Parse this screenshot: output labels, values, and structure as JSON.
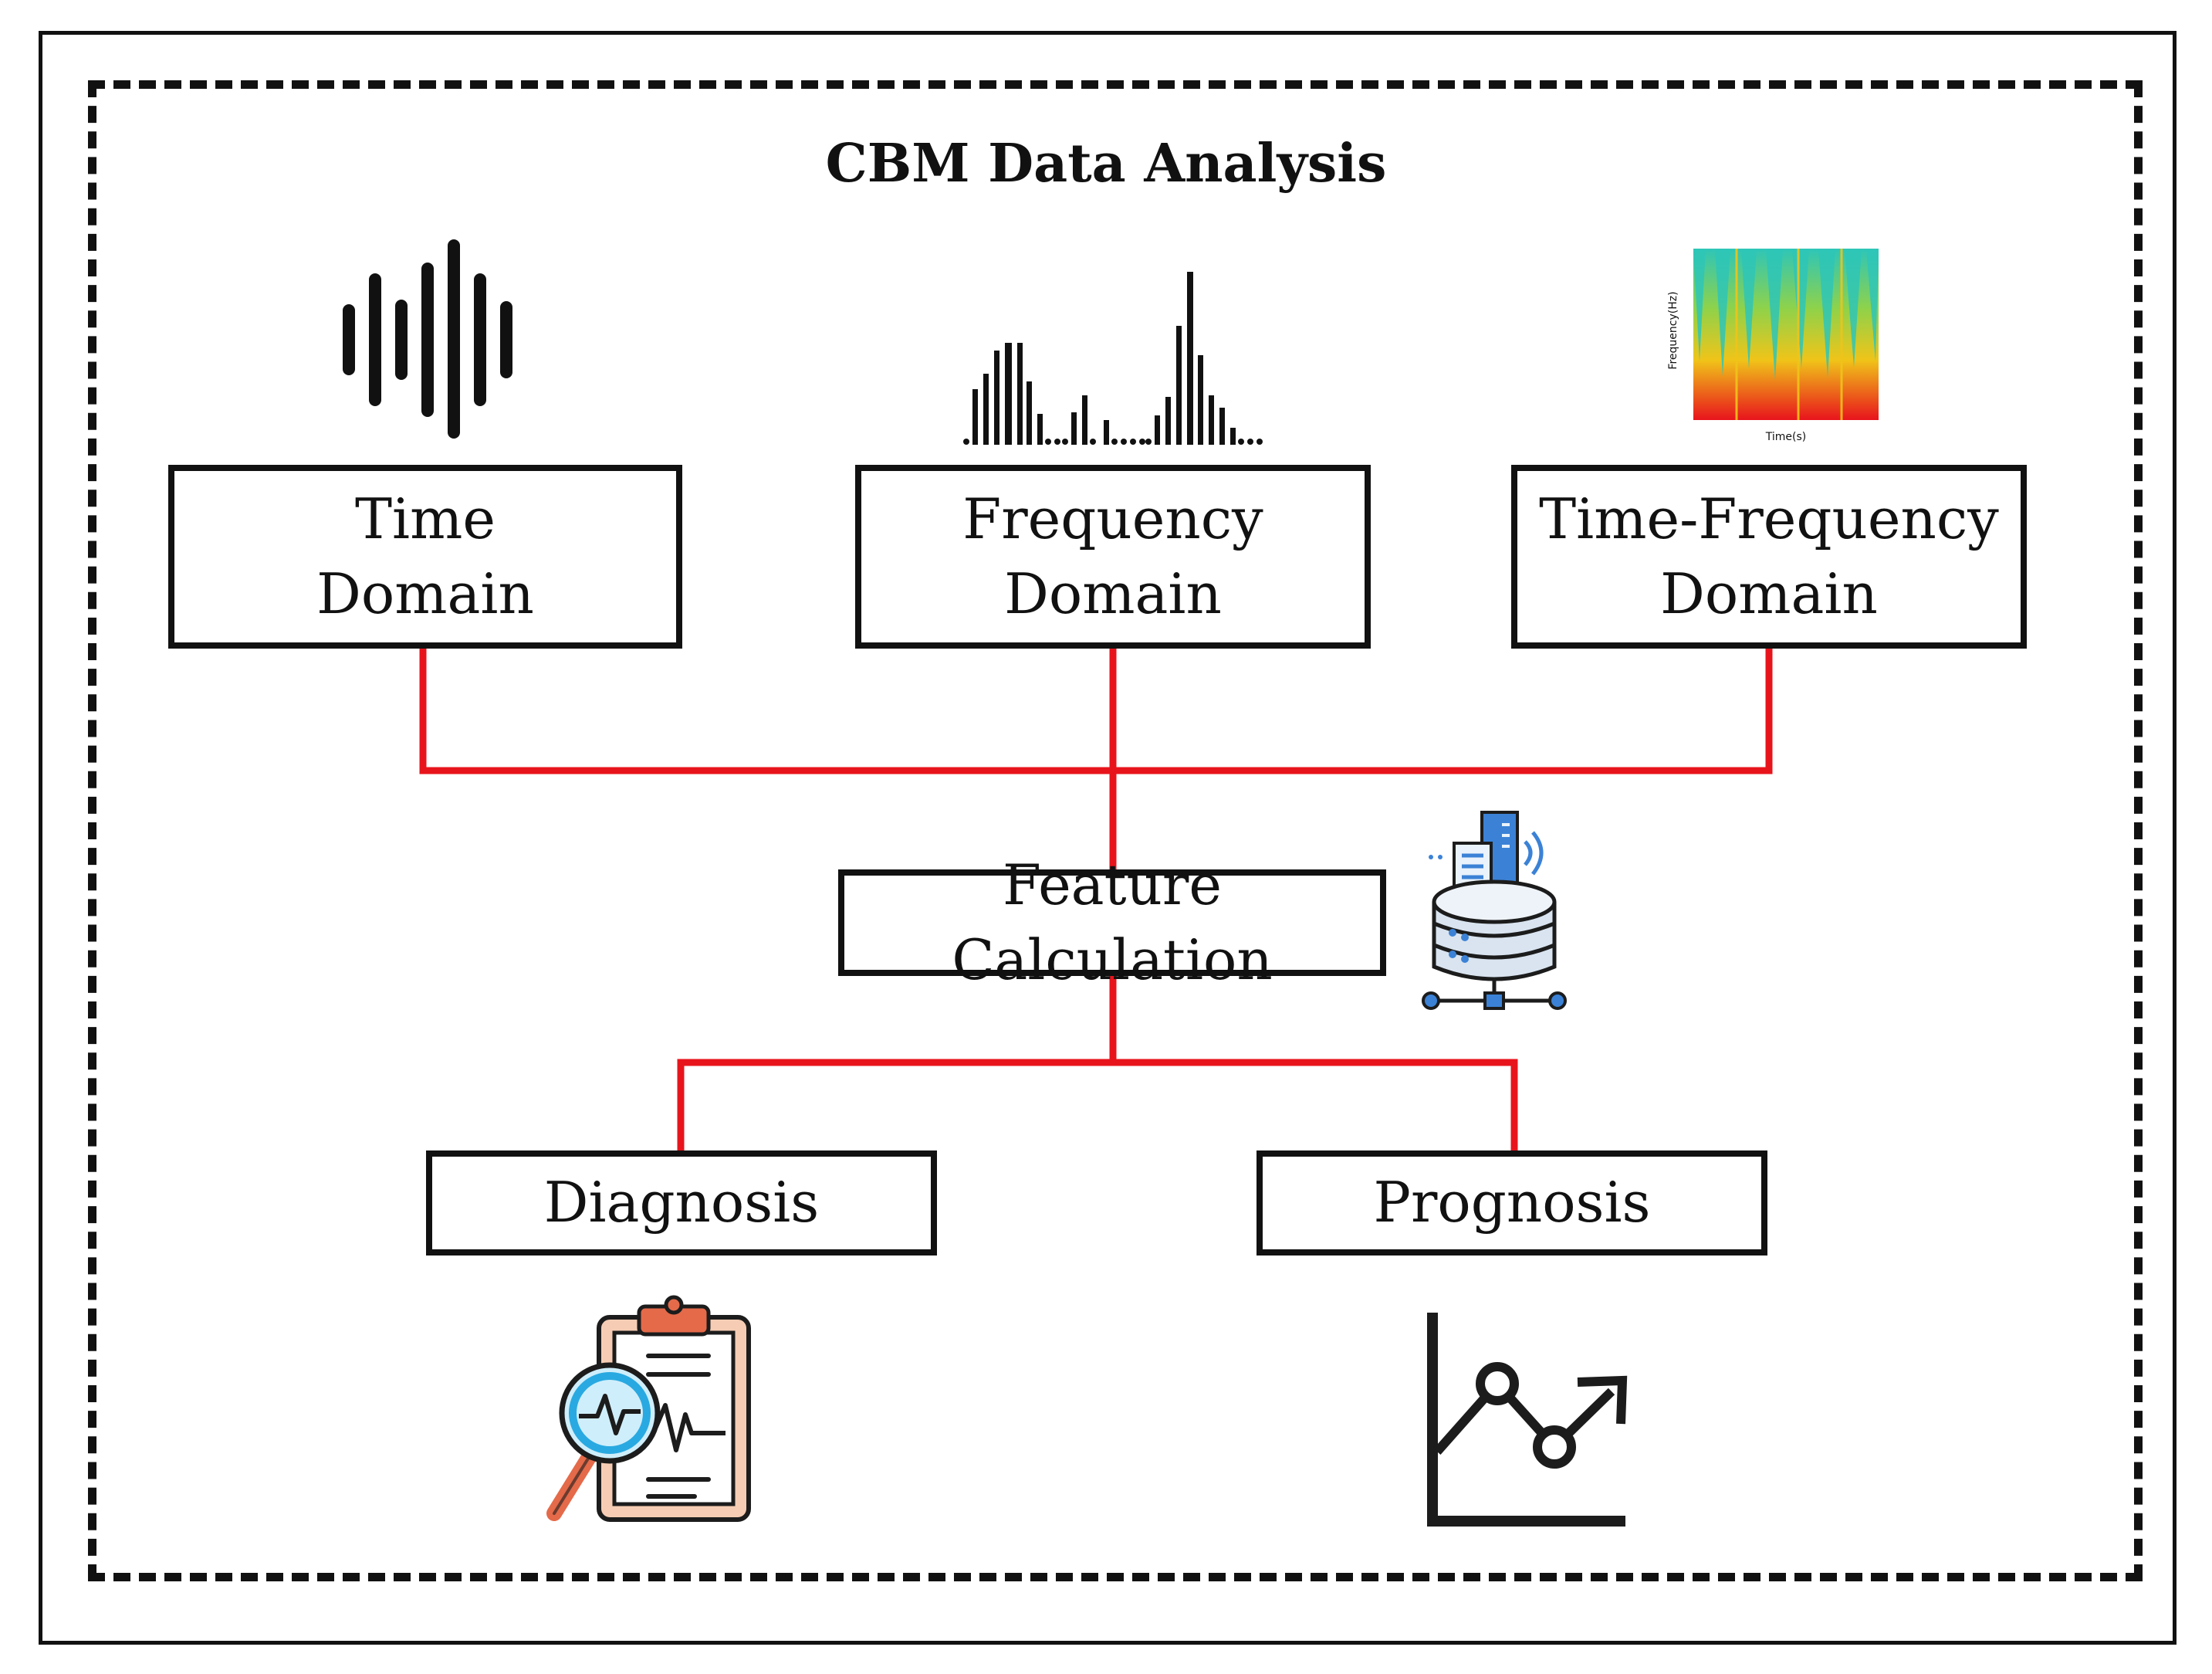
{
  "title": "CBM Data Analysis",
  "boxes": {
    "time": {
      "line1": "Time",
      "line2": "Domain"
    },
    "frequency": {
      "line1": "Frequency",
      "line2": "Domain"
    },
    "time_frequency": {
      "line1": "Time-Frequency",
      "line2": "Domain"
    },
    "feature": {
      "label": "Feature Calculation"
    },
    "diagnosis": {
      "label": "Diagnosis"
    },
    "prognosis": {
      "label": "Prognosis"
    }
  },
  "spectrogram": {
    "ylabel": "Frequency(Hz)",
    "xlabel": "Time(s)"
  },
  "colors": {
    "connector": "#e8141c",
    "border": "#111111"
  },
  "icons": [
    "waveform-icon",
    "spectrum-icon",
    "spectrogram-icon",
    "database-icon",
    "clipboard-magnifier-icon",
    "trend-chart-icon"
  ]
}
